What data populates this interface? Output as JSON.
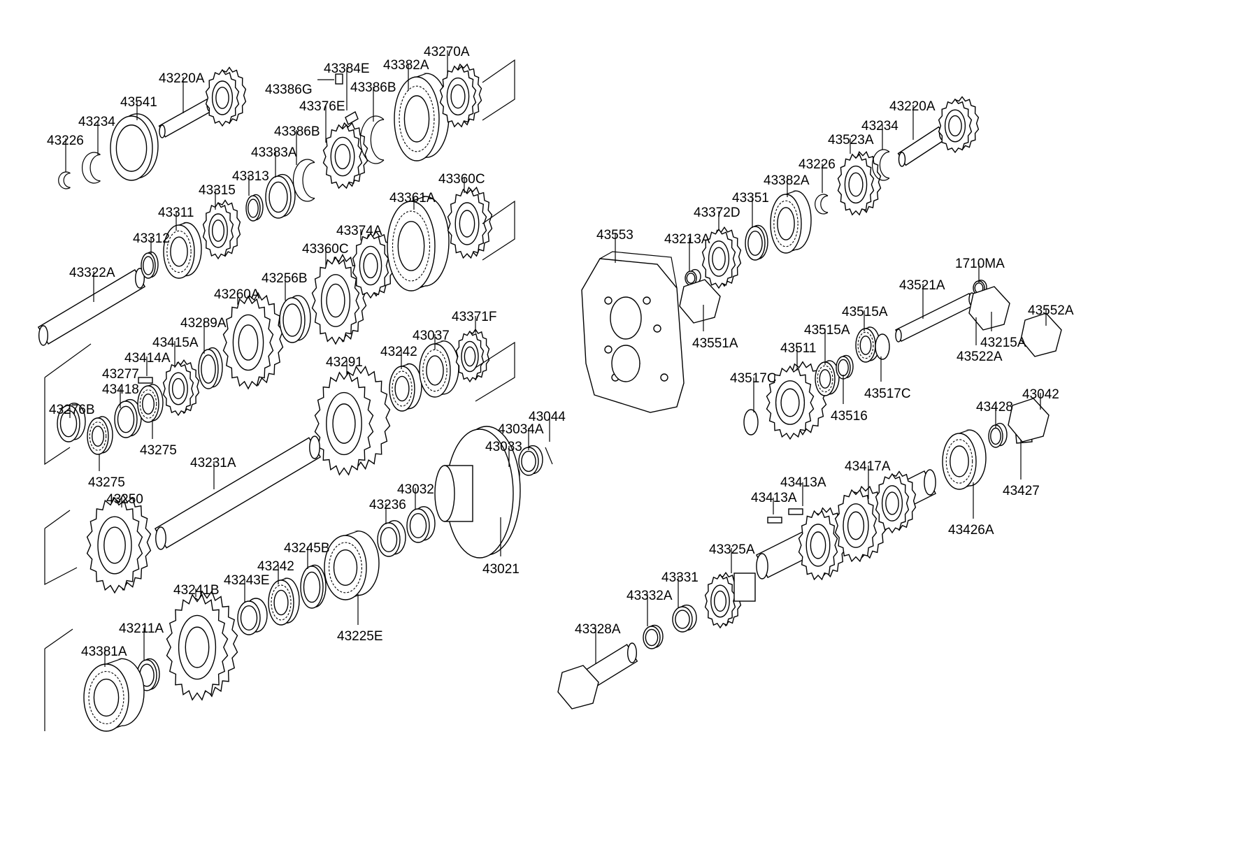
{
  "parts": {
    "p43220A_L": "43220A",
    "p43541": "43541",
    "p43234_L": "43234",
    "p43226_L": "43226",
    "p43386G": "43386G",
    "p43384E": "43384E",
    "p43376E": "43376E",
    "p43386B_a": "43386B",
    "p43386B_b": "43386B",
    "p43382A_L": "43382A",
    "p43270A": "43270A",
    "p43383A": "43383A",
    "p43313": "43313",
    "p43315": "43315",
    "p43311": "43311",
    "p43312": "43312",
    "p43322A": "43322A",
    "p43361A": "43361A",
    "p43360C_a": "43360C",
    "p43374A": "43374A",
    "p43360C_b": "43360C",
    "p43256B": "43256B",
    "p43260A": "43260A",
    "p43289A": "43289A",
    "p43415A": "43415A",
    "p43414A": "43414A",
    "p43277": "43277",
    "p43418": "43418",
    "p43276B": "43276B",
    "p43275_a": "43275",
    "p43275_b": "43275",
    "p43371F": "43371F",
    "p43037": "43037",
    "p43242_a": "43242",
    "p43291": "43291",
    "p43231A": "43231A",
    "p43250": "43250",
    "p43044": "43044",
    "p43034A": "43034A",
    "p43033": "43033",
    "p43032": "43032",
    "p43236": "43236",
    "p43021": "43021",
    "p43245B": "43245B",
    "p43242_b": "43242",
    "p43243E": "43243E",
    "p43241B": "43241B",
    "p43225E": "43225E",
    "p43211A": "43211A",
    "p43381A": "43381A",
    "p43220A_R": "43220A",
    "p43234_R": "43234",
    "p43523A": "43523A",
    "p43226_R": "43226",
    "p43382A_R": "43382A",
    "p43351": "43351",
    "p43372D": "43372D",
    "p43213A": "43213A",
    "p43553": "43553",
    "p43551A": "43551A",
    "p1710MA": "1710MA",
    "p43521A": "43521A",
    "p43552A": "43552A",
    "p43215A": "43215A",
    "p43522A": "43522A",
    "p43515A_a": "43515A",
    "p43515A_b": "43515A",
    "p43511": "43511",
    "p43517C_a": "43517C",
    "p43517C_b": "43517C",
    "p43516": "43516",
    "p43428": "43428",
    "p43042": "43042",
    "p43427": "43427",
    "p43417A": "43417A",
    "p43413A_a": "43413A",
    "p43413A_b": "43413A",
    "p43426A": "43426A",
    "p43325A": "43325A",
    "p43331": "43331",
    "p43332A": "43332A",
    "p43328A": "43328A"
  }
}
